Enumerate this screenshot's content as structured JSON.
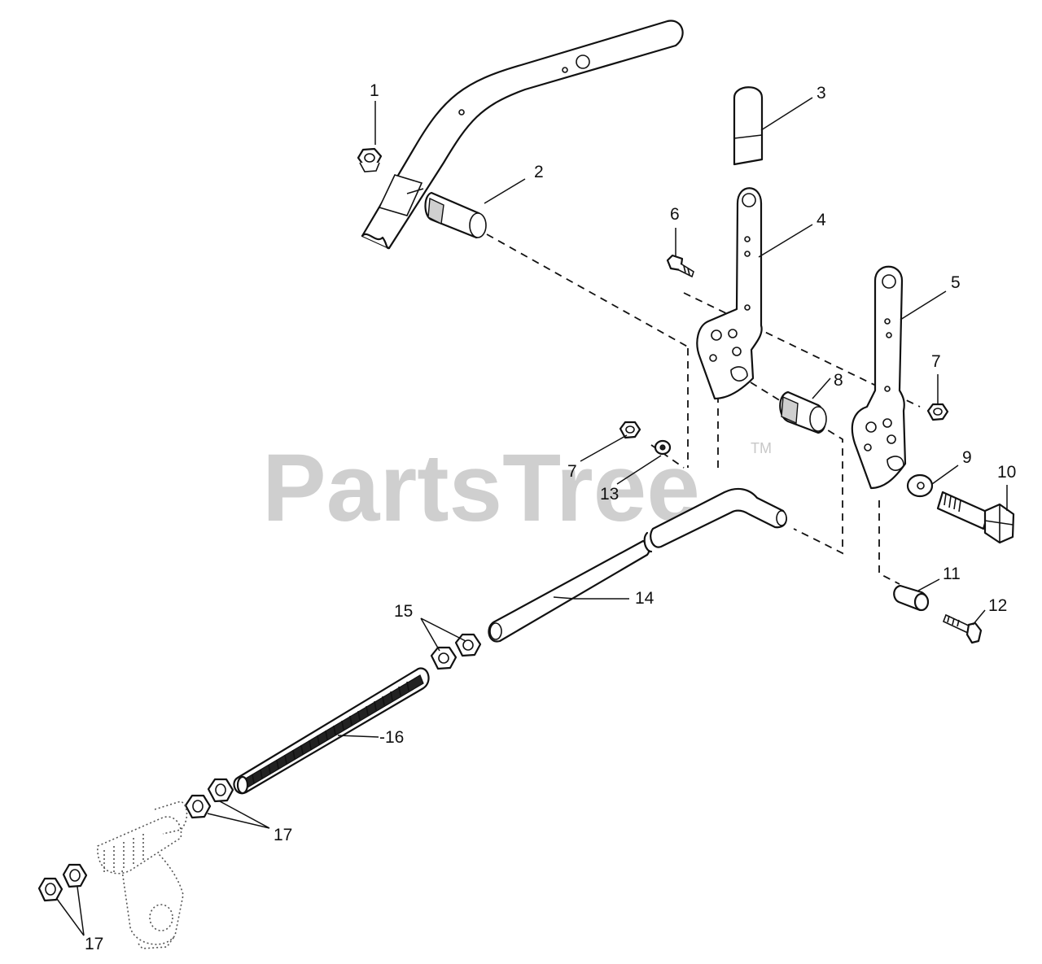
{
  "watermark": {
    "text": "PartsTree",
    "trademark": "TM"
  },
  "callouts": [
    "1",
    "2",
    "3",
    "4",
    "5",
    "6",
    "7",
    "7",
    "8",
    "9",
    "10",
    "11",
    "12",
    "13",
    "14",
    "15",
    "-16",
    "17",
    "17"
  ]
}
